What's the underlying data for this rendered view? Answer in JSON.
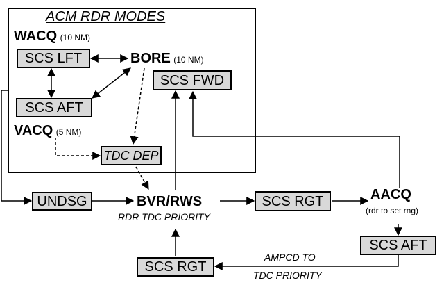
{
  "diagram": {
    "title": "ACM RDR MODES",
    "modes": {
      "wacq": {
        "name": "WACQ",
        "range": "(10 NM)"
      },
      "bore": {
        "name": "BORE",
        "range": "(10 NM)"
      },
      "vacq": {
        "name": "VACQ",
        "range": "(5 NM)"
      },
      "aacq": {
        "name": "AACQ",
        "note": "(rdr to set rng)"
      },
      "bvr": {
        "name": "BVR/RWS",
        "note": "RDR TDC PRIORITY"
      }
    },
    "boxes": {
      "scs_lft": "SCS LFT",
      "scs_aft_upper": "SCS AFT",
      "scs_fwd": "SCS FWD",
      "tdc_dep": "TDC DEP",
      "undsg": "UNDSG",
      "scs_rgt_mid": "SCS RGT",
      "scs_aft_right": "SCS AFT",
      "scs_rgt_low": "SCS RGT"
    },
    "ampcd_note_line1": "AMPCD TO",
    "ampcd_note_line2": "TDC PRIORITY"
  }
}
